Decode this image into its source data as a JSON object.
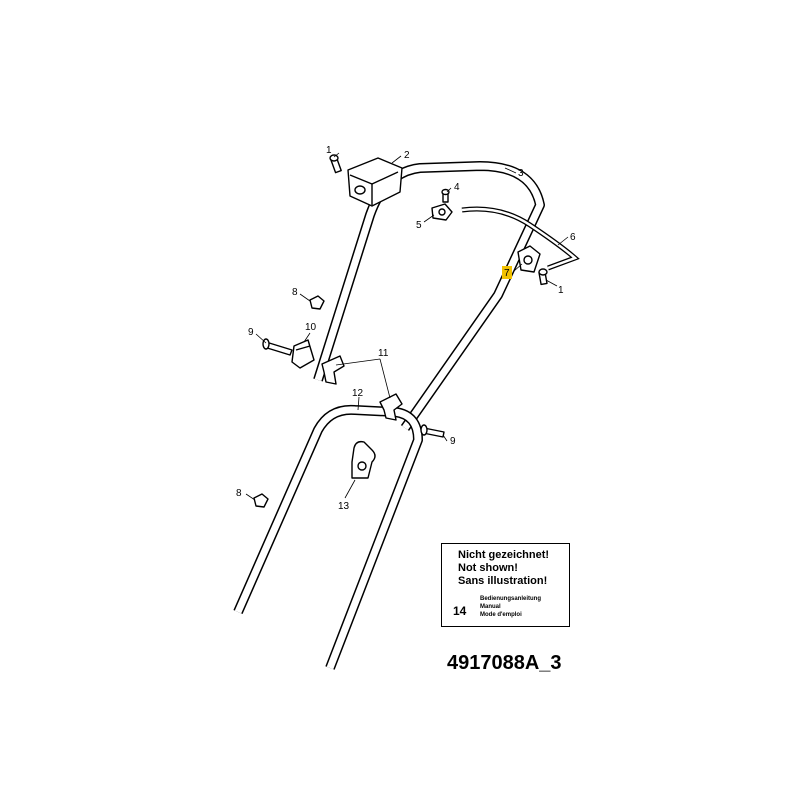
{
  "callouts": [
    {
      "id": "c1a",
      "label": "1"
    },
    {
      "id": "c2",
      "label": "2"
    },
    {
      "id": "c3",
      "label": "3"
    },
    {
      "id": "c4",
      "label": "4"
    },
    {
      "id": "c5",
      "label": "5"
    },
    {
      "id": "c6",
      "label": "6"
    },
    {
      "id": "c7",
      "label": "7"
    },
    {
      "id": "c1b",
      "label": "1"
    },
    {
      "id": "c8a",
      "label": "8"
    },
    {
      "id": "c9a",
      "label": "9"
    },
    {
      "id": "c10",
      "label": "10"
    },
    {
      "id": "c11",
      "label": "11"
    },
    {
      "id": "c12",
      "label": "12"
    },
    {
      "id": "c9b",
      "label": "9"
    },
    {
      "id": "c8b",
      "label": "8"
    },
    {
      "id": "c13",
      "label": "13"
    }
  ],
  "highlight_color": "#f2c100",
  "note": {
    "lines": [
      "Nicht gezeichnet!",
      "Not shown!",
      "Sans illustration!"
    ],
    "item_number": "14",
    "item_desc": [
      "Bedienungsanleitung",
      "Manual",
      "Mode d'emploi"
    ]
  },
  "drawing_number": "4917088A_3"
}
